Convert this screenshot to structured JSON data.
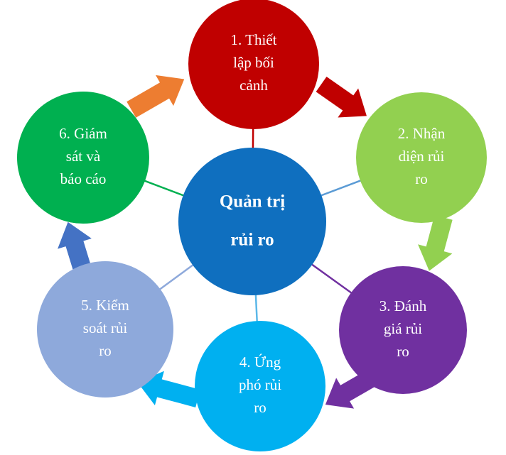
{
  "center": {
    "lines": [
      "Quản trị",
      "rủi ro"
    ],
    "color": "#0F6FBF"
  },
  "steps": [
    {
      "lines": [
        "1. Thiết",
        "lập bối",
        "cảnh"
      ],
      "color": "#C00000",
      "connector": "#C00000",
      "arrow": "#C00000"
    },
    {
      "lines": [
        "2. Nhận",
        "diện rủi",
        "ro"
      ],
      "color": "#92D050",
      "connector": "#5B9BD5",
      "arrow": "#92D050"
    },
    {
      "lines": [
        "3. Đánh",
        "giá rủi",
        "ro"
      ],
      "color": "#7030A0",
      "connector": "#7030A0",
      "arrow": "#7030A0"
    },
    {
      "lines": [
        "4. Ứng",
        "phó rủi",
        "ro"
      ],
      "color": "#00B0F0",
      "connector": "#5BB8E8",
      "arrow": "#00B0F0"
    },
    {
      "lines": [
        "5. Kiểm",
        "soát rủi",
        "ro"
      ],
      "color": "#8EA9DB",
      "connector": "#8EA9DB",
      "arrow": "#4472C4"
    },
    {
      "lines": [
        "6. Giám",
        "sát và",
        "báo cáo"
      ],
      "color": "#00B050",
      "connector": "#00B050",
      "arrow": "#ED7D31"
    }
  ]
}
